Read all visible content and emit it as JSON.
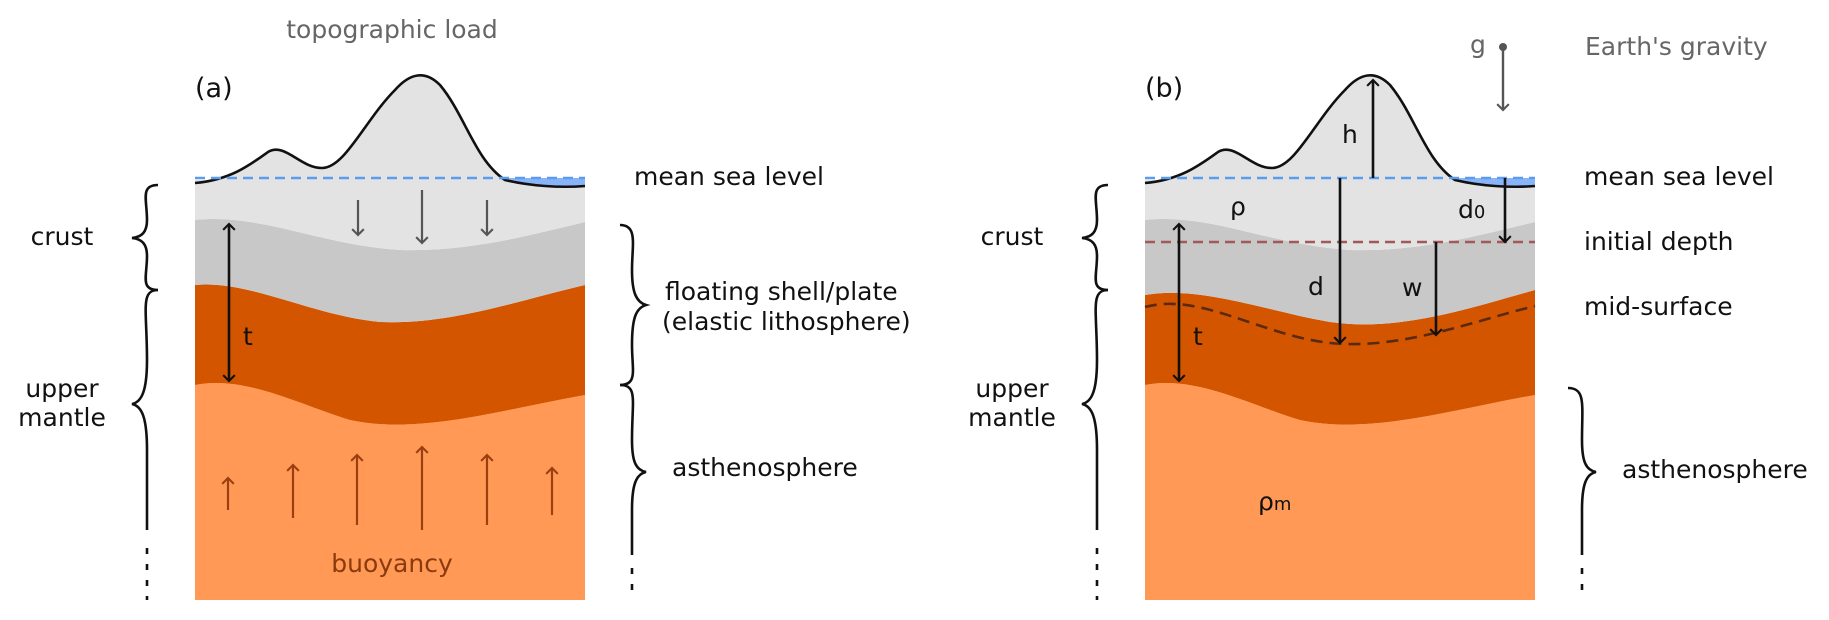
{
  "colors": {
    "load": "#e3e3e3",
    "crust_lower": "#c8c8c8",
    "lithosphere_mantle": "#d45500",
    "asthenosphere": "#ff9955",
    "ocean": "#8ab4f8",
    "sea_level": "#5b9bf0",
    "initial_depth": "#a05a5a",
    "mid_surface": "#5a2a10",
    "gravity_arrow": "#555555",
    "buoyancy_arrow": "#9a4010"
  },
  "panel_a": {
    "label": "(a)",
    "title": "topographic load",
    "buoyancy": "buoyancy",
    "thickness": "t",
    "left_labels": {
      "crust": "crust",
      "upper_mantle_1": "upper",
      "upper_mantle_2": "mantle"
    },
    "right_labels": {
      "sea_level": "mean sea level",
      "plate_1": "floating shell/plate",
      "plate_2": "(elastic lithosphere)",
      "asthenosphere": "asthenosphere"
    }
  },
  "panel_b": {
    "label": "(b)",
    "gravity_symbol": "g",
    "gravity_label": "Earth's gravity",
    "symbols": {
      "h": "h",
      "rho": "ρ",
      "d": "d",
      "w": "w",
      "t": "t",
      "d0": "d",
      "d0_sub": "0",
      "rho_m": "ρ",
      "rho_m_sub": "m"
    },
    "left_labels": {
      "crust": "crust",
      "upper_mantle_1": "upper",
      "upper_mantle_2": "mantle"
    },
    "right_labels": {
      "sea_level": "mean sea level",
      "initial_depth": "initial depth",
      "mid_surface": "mid-surface",
      "asthenosphere": "asthenosphere"
    }
  }
}
